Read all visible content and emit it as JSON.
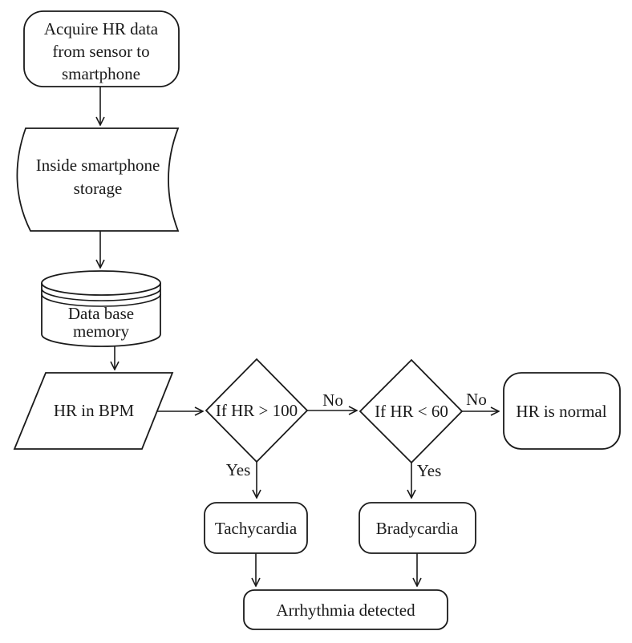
{
  "figure": {
    "background_color": "#ffffff",
    "line_color": "#1a1a1a",
    "description": "Flowchart of heart-rate based arrhythmia detection on a smartphone"
  },
  "nodes": {
    "acquire": {
      "type": "rounded-rect",
      "lines": [
        "Acquire HR data",
        "from sensor to",
        "smartphone"
      ]
    },
    "storage": {
      "type": "stored-data",
      "lines": [
        "Inside smartphone",
        "storage"
      ]
    },
    "database": {
      "type": "cylinder",
      "lines": [
        "Data base",
        "memory"
      ]
    },
    "hr_bpm": {
      "type": "parallelogram",
      "label": "HR in BPM"
    },
    "check_tachy": {
      "type": "decision",
      "label": "If HR > 100"
    },
    "check_brady": {
      "type": "decision",
      "label": "If HR < 60"
    },
    "normal": {
      "type": "rounded-rect",
      "label": "HR is normal"
    },
    "tachycardia": {
      "type": "rounded-rect",
      "label": "Tachycardia"
    },
    "bradycardia": {
      "type": "rounded-rect",
      "label": "Bradycardia"
    },
    "arrhythmia": {
      "type": "rounded-rect",
      "label": "Arrhythmia detected"
    }
  },
  "edge_labels": {
    "no_tachy": "No",
    "no_brady": "No",
    "yes_tachy": "Yes",
    "yes_brady": "Yes"
  }
}
